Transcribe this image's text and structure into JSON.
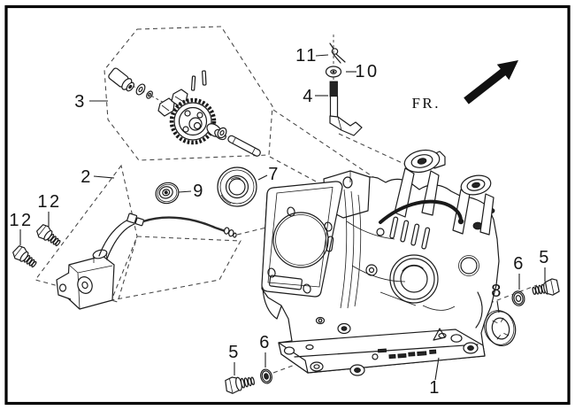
{
  "colors": {
    "background": "#ffffff",
    "line": "#1c1c1c",
    "border": "#000000",
    "direction_arrow": "#111111"
  },
  "direction_indicator": {
    "label": "FR."
  },
  "callouts": [
    {
      "part": "3"
    },
    {
      "part": "2"
    },
    {
      "part": "12"
    },
    {
      "part": "12"
    },
    {
      "part": "9"
    },
    {
      "part": "7"
    },
    {
      "part": "11"
    },
    {
      "part": "10"
    },
    {
      "part": "4"
    },
    {
      "part": "5"
    },
    {
      "part": "6"
    },
    {
      "part": "8"
    },
    {
      "part": "6"
    },
    {
      "part": "5"
    },
    {
      "part": "1"
    }
  ]
}
